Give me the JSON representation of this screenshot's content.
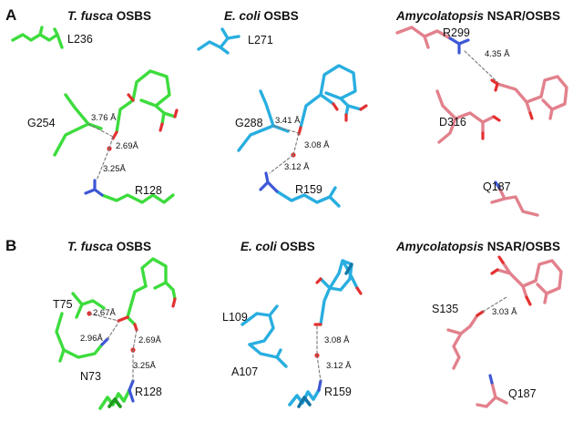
{
  "colors": {
    "tfusca": "#3ddc3d",
    "tfusca_dark": "#1e9a1e",
    "ecoli": "#29aee0",
    "ecoli_dark": "#1476a6",
    "amyco": "#e2818c",
    "amyco_dark": "#b6545f",
    "oxygen": "#e53030",
    "nitrogen": "#3d57d6",
    "distance_line": "#777777"
  },
  "panels": [
    {
      "letter": "A",
      "columns": [
        {
          "title_italic": "T. fusca",
          "title_rest": " OSBS",
          "residues": [
            "L236",
            "G254",
            "R128"
          ],
          "distances": [
            "3.76 Å",
            "2.69Å",
            "3.25Å"
          ]
        },
        {
          "title_italic": "E. coli",
          "title_rest": " OSBS",
          "residues": [
            "L271",
            "G288",
            "R159"
          ],
          "distances": [
            "3.41 Å",
            "3.08 Å",
            "3.12 Å"
          ]
        },
        {
          "title_italic": "Amycolatopsis",
          "title_rest": " NSAR/OSBS",
          "residues": [
            "R299",
            "D316",
            "Q187"
          ],
          "distances": [
            "4.35 Å"
          ]
        }
      ]
    },
    {
      "letter": "B",
      "columns": [
        {
          "title_italic": "T. fusca",
          "title_rest": " OSBS",
          "residues": [
            "T75",
            "N73",
            "R128"
          ],
          "distances": [
            "2.67Å",
            "2.96Å",
            "2.69Å",
            "3.25Å"
          ]
        },
        {
          "title_italic": "E. coli",
          "title_rest": " OSBS",
          "residues": [
            "L109",
            "A107",
            "R159"
          ],
          "distances": [
            "3.08 Å",
            "3.12 Å"
          ]
        },
        {
          "title_italic": "Amycolatopsis",
          "title_rest": " NSAR/OSBS",
          "residues": [
            "S135",
            "Q187"
          ],
          "distances": [
            "3.03 Å"
          ]
        }
      ]
    }
  ]
}
